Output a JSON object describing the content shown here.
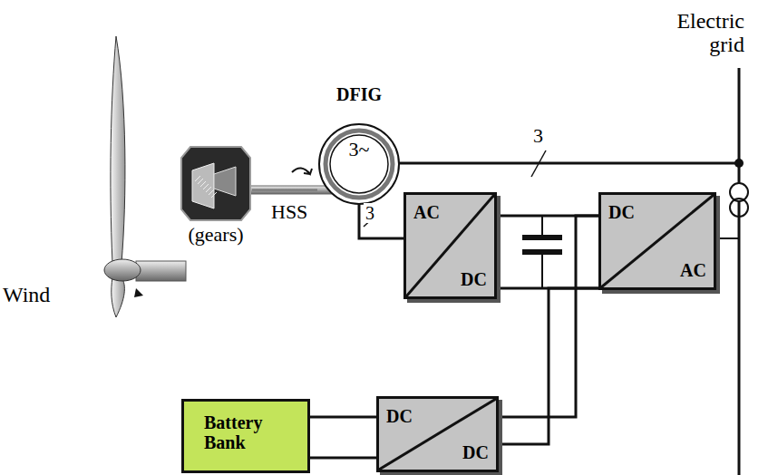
{
  "diagram": {
    "nodes": [
      {
        "text": [
          "(gears)"
        ]
      },
      {
        "text": [
          "DFIG",
          "3~"
        ]
      },
      {
        "text": [
          "AC",
          "DC"
        ]
      },
      {
        "text": [
          "DC",
          "AC"
        ]
      },
      {
        "text": [
          "Battery Bank"
        ]
      },
      {
        "text": [
          "DC",
          "DC"
        ]
      }
    ],
    "edges": [
      {
        "from": 0,
        "to": 1,
        "arrow": "none",
        "label": "HSS"
      },
      {
        "from": 1,
        "to": 2,
        "arrow": "none",
        "label": "3"
      },
      {
        "from": 2,
        "to": 3,
        "arrow": "none"
      },
      {
        "from": 4,
        "to": 5,
        "arrow": "none"
      },
      {
        "from": 5,
        "to": 3,
        "arrow": "none"
      }
    ],
    "labels": [
      "Wind",
      "Electric grid",
      "3"
    ]
  }
}
